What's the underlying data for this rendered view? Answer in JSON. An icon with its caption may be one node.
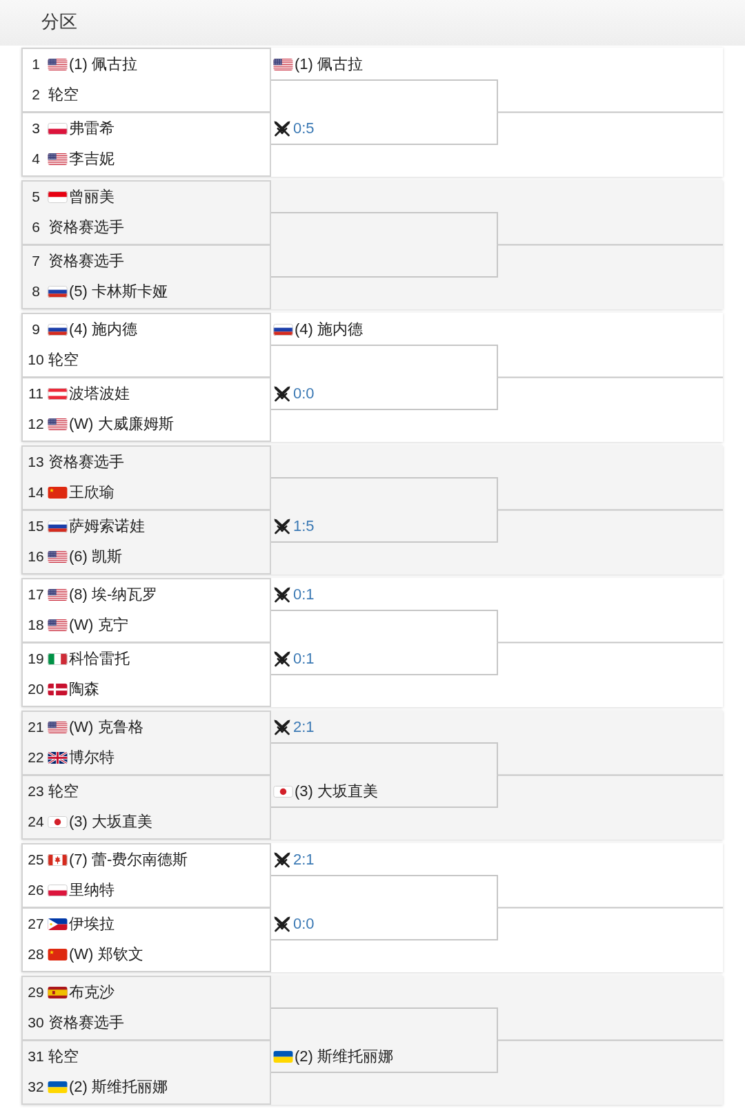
{
  "diagram": {
    "title": "分区",
    "nodes": [
      {
        "text": [],
        "shape": "band"
      },
      {
        "text": [
          "1",
          "(1) 佩古拉",
          "2",
          "轮空"
        ],
        "in": 0
      },
      {
        "text": [
          "3",
          "弗雷希",
          "4",
          "李吉妮"
        ],
        "in": 0
      },
      {
        "text": [],
        "shape": "band"
      },
      {
        "text": [
          "5",
          "曾丽美",
          "6",
          "资格赛选手"
        ],
        "in": 3
      },
      {
        "text": [
          "7",
          "资格赛选手",
          "8",
          "(5) 卡林斯卡娅"
        ],
        "in": 3
      },
      {
        "text": [],
        "shape": "band"
      },
      {
        "text": [
          "9",
          "(4) 施内德",
          "10",
          "轮空"
        ],
        "in": 6
      },
      {
        "text": [
          "11",
          "波塔波娃",
          "12",
          "(W) 大威廉姆斯"
        ],
        "in": 6
      },
      {
        "text": [],
        "shape": "band"
      },
      {
        "text": [
          "13",
          "资格赛选手",
          "14",
          "王欣瑜"
        ],
        "in": 9
      },
      {
        "text": [
          "15",
          "萨姆索诺娃",
          "16",
          "(6) 凯斯"
        ],
        "in": 9
      },
      {
        "text": [],
        "shape": "band"
      },
      {
        "text": [
          "17",
          "(8) 埃-纳瓦罗",
          "18",
          "(W) 克宁"
        ],
        "in": 12
      },
      {
        "text": [
          "19",
          "科恰雷托",
          "20",
          "陶森"
        ],
        "in": 12
      },
      {
        "text": [],
        "shape": "band"
      },
      {
        "text": [
          "21",
          "(W) 克鲁格",
          "22",
          "博尔特"
        ],
        "in": 15
      },
      {
        "text": [
          "23",
          "轮空",
          "24",
          "(3) 大坂直美"
        ],
        "in": 15
      },
      {
        "text": [],
        "shape": "band"
      },
      {
        "text": [
          "25",
          "(7) 蕾-费尔南德斯",
          "26",
          "里纳特"
        ],
        "in": 18
      },
      {
        "text": [
          "27",
          "伊埃拉",
          "28",
          "(W) 郑钦文"
        ],
        "in": 18
      },
      {
        "text": [],
        "shape": "band"
      },
      {
        "text": [
          "29",
          "布克沙",
          "30",
          "资格赛选手"
        ],
        "in": 21
      },
      {
        "text": [
          "31",
          "轮空",
          "32",
          "(2) 斯维托丽娜"
        ],
        "in": 21
      }
    ],
    "edges": [
      {
        "from": 1,
        "to": null,
        "arrow": "none",
        "label": "(1) 佩古拉"
      },
      {
        "from": 2,
        "to": null,
        "arrow": "none",
        "label": "0:5"
      },
      {
        "from": 4,
        "to": null,
        "arrow": "none"
      },
      {
        "from": 5,
        "to": null,
        "arrow": "none"
      },
      {
        "from": 7,
        "to": null,
        "arrow": "none",
        "label": "(4) 施内德"
      },
      {
        "from": 8,
        "to": null,
        "arrow": "none",
        "label": "0:0"
      },
      {
        "from": 10,
        "to": null,
        "arrow": "none"
      },
      {
        "from": 11,
        "to": null,
        "arrow": "none",
        "label": "1:5"
      },
      {
        "from": 13,
        "to": null,
        "arrow": "none",
        "label": "0:1"
      },
      {
        "from": 14,
        "to": null,
        "arrow": "none",
        "label": "0:1"
      },
      {
        "from": 16,
        "to": null,
        "arrow": "none",
        "label": "2:1"
      },
      {
        "from": 17,
        "to": null,
        "arrow": "none",
        "label": "(3) 大坂直美"
      },
      {
        "from": 19,
        "to": null,
        "arrow": "none",
        "label": "2:1"
      },
      {
        "from": 20,
        "to": null,
        "arrow": "none",
        "label": "0:0"
      },
      {
        "from": 22,
        "to": null,
        "arrow": "none"
      },
      {
        "from": 23,
        "to": null,
        "arrow": "none",
        "label": "(2) 斯维托丽娜"
      }
    ]
  }
}
